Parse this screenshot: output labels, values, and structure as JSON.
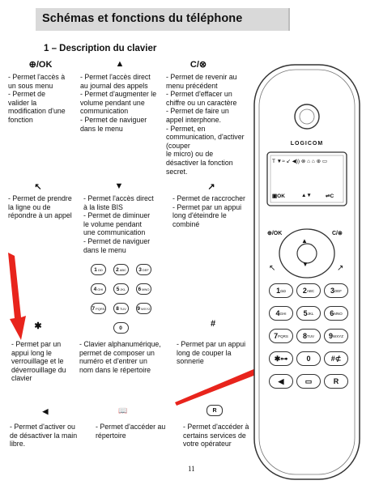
{
  "header": {
    "title": "Schémas et fonctions du téléphone"
  },
  "section": {
    "title": "1 – Description du clavier"
  },
  "keys": {
    "ok": {
      "symbol": "⊕/OK",
      "lines": [
        "- Permet l'accès à",
        "un sous menu",
        "- Permet de",
        "valider la",
        "modification d'une",
        "fonction"
      ]
    },
    "up": {
      "symbol": "▲",
      "lines": [
        "- Permet l'accès direct",
        "au journal des appels",
        "- Permet d'augmenter le",
        "volume pendant une",
        "communication",
        "- Permet de naviguer",
        "dans le menu"
      ]
    },
    "c": {
      "symbol": "C/⊗",
      "lines": [
        "- Permet de revenir au",
        "menu précédent",
        "- Permet d'effacer un",
        "chiffre ou un caractère",
        "- Permet de faire un",
        "appel interphone.",
        "- Permet, en",
        "communication, d'activer",
        "(couper",
        " le micro) ou de",
        "désactiver la fonction",
        "secret."
      ]
    },
    "talk": {
      "symbol": "↖",
      "lines": [
        "- Permet de prendre",
        "la ligne ou de",
        "répondre à un appel"
      ]
    },
    "down": {
      "symbol": "▼",
      "lines": [
        "- Permet l'accès direct",
        "à la liste BIS",
        "- Permet de diminuer",
        "le volume pendant",
        "une communication",
        "- Permet de naviguer",
        "dans le menu"
      ]
    },
    "hangup": {
      "symbol": "↗",
      "lines": [
        "- Permet de raccrocher",
        "- Permet par un appui",
        "long d'éteindre le",
        "combiné"
      ]
    },
    "star": {
      "symbol": "✱",
      "lines": [
        "- Permet par un",
        "appui long le",
        "verrouillage et le",
        "déverrouillage du",
        "clavier"
      ]
    },
    "alpha": {
      "symbol": "0",
      "lines": [
        "- Clavier alphanumérique,",
        "permet de composer un",
        "numéro et d'entrer un",
        "nom dans le répertoire"
      ]
    },
    "hash": {
      "symbol": "#",
      "lines": [
        "- Permet par un appui",
        "long de couper la",
        "sonnerie"
      ]
    },
    "speaker": {
      "symbol": "◀",
      "lines": [
        "- Permet d'activer ou",
        "de désactiver la main",
        "libre."
      ]
    },
    "book": {
      "symbol": "📖",
      "lines": [
        "- Permet d'accéder au",
        "répertoire"
      ]
    },
    "r": {
      "symbol": "R",
      "lines": [
        "- Permet d'accéder à",
        "certains services de",
        "votre opérateur"
      ]
    }
  },
  "keypad": [
    {
      "label": "1",
      "sub": "ΩΩ"
    },
    {
      "label": "2",
      "sub": "ABC"
    },
    {
      "label": "3",
      "sub": "DEF"
    },
    {
      "label": "4",
      "sub": "GHI"
    },
    {
      "label": "5",
      "sub": "JKL"
    },
    {
      "label": "6",
      "sub": "MNO"
    },
    {
      "label": "7",
      "sub": "PQRS"
    },
    {
      "label": "8",
      "sub": "TUV"
    },
    {
      "label": "9",
      "sub": "WXYZ"
    },
    {
      "label": "0",
      "sub": ""
    }
  ],
  "phone": {
    "brand": "LOGICOM",
    "screen_top": "T ▼≈ ↙ ◀)) ⊗  ⌂ ⌂ ⊕ ▭",
    "screen_bottom_left": "▣OK",
    "screen_bottom_mid": "▲▼",
    "screen_bottom_right": "⇌C",
    "soft_left": "⊕/OK",
    "soft_right": "C/⊗",
    "keys": [
      {
        "label": "1",
        "sub": "ΩΩ"
      },
      {
        "label": "2",
        "sub": "ABC"
      },
      {
        "label": "3",
        "sub": "DEF"
      },
      {
        "label": "4",
        "sub": "GHI"
      },
      {
        "label": "5",
        "sub": "JKL"
      },
      {
        "label": "6",
        "sub": "MNO"
      },
      {
        "label": "7",
        "sub": "PQRS"
      },
      {
        "label": "8",
        "sub": "TUV"
      },
      {
        "label": "9",
        "sub": "WXYZ"
      },
      {
        "label": "✱⊶",
        "sub": ""
      },
      {
        "label": "0",
        "sub": ""
      },
      {
        "label": "#⊄",
        "sub": ""
      },
      {
        "label": "◀",
        "sub": ""
      },
      {
        "label": "▭",
        "sub": ""
      },
      {
        "label": "R",
        "sub": ""
      }
    ]
  },
  "page_number": "11",
  "colors": {
    "arrow": "#e8241c",
    "header_bg": "#d9d9d9"
  }
}
